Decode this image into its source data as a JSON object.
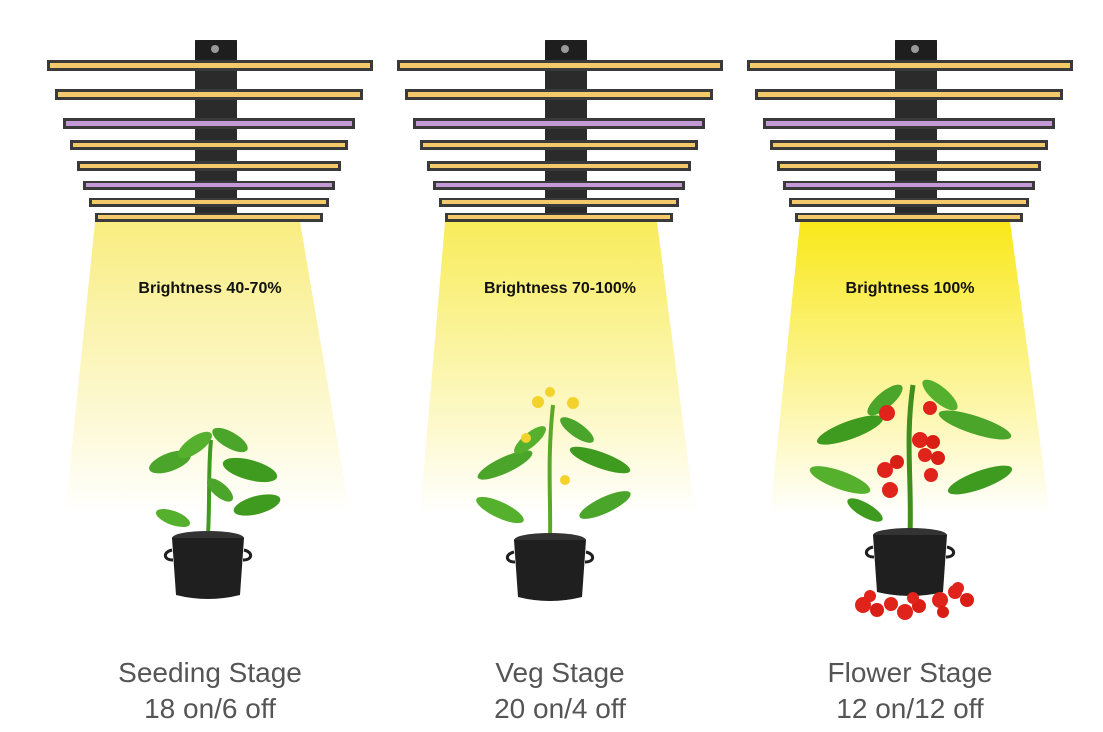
{
  "stages": [
    {
      "brightness": "Brightness 40-70%",
      "name": "Seeding Stage",
      "schedule": "18 on/6 off",
      "plant": "seedling",
      "beam_color": "#f8ec7a"
    },
    {
      "brightness": "Brightness 70-100%",
      "name": "Veg Stage",
      "schedule": "20 on/4 off",
      "plant": "flowering-plant",
      "beam_color": "#f8ec5a"
    },
    {
      "brightness": "Brightness 100%",
      "name": "Flower Stage",
      "schedule": "12 on/12 off",
      "plant": "tomato-plant",
      "beam_color": "#f9e81a"
    }
  ],
  "colors": {
    "bar_warm": "#f3c96a",
    "bar_purple": "#c39ad6",
    "bar_frame": "#3a3a3a",
    "leaf": "#3f9b1f",
    "pot": "#1f1f1f",
    "tomato": "#e0241b"
  }
}
